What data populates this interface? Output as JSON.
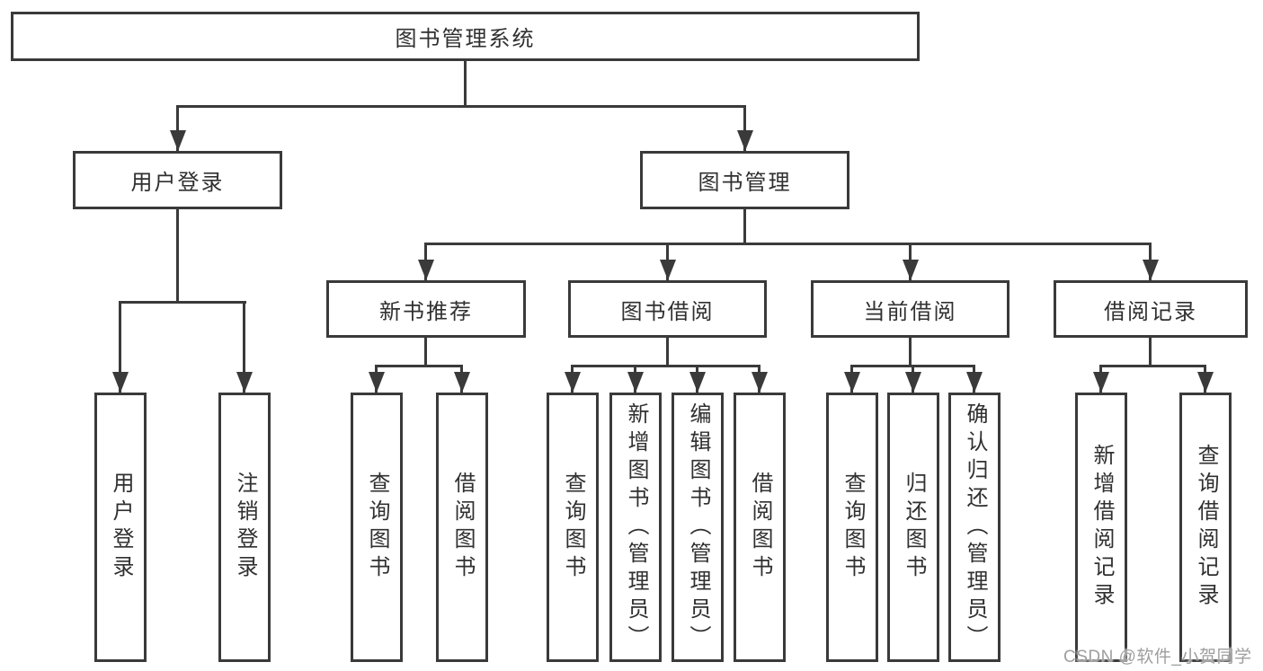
{
  "colors": {
    "line": "#3a3a3a",
    "text": "#303030",
    "bg": "#ffffff",
    "watermark": "#9e9e9e"
  },
  "root": {
    "label": "图书管理系统"
  },
  "level2": [
    {
      "label": "用户登录"
    },
    {
      "label": "图书管理"
    }
  ],
  "level3": [
    {
      "label": "新书推荐",
      "parent": "图书管理"
    },
    {
      "label": "图书借阅",
      "parent": "图书管理"
    },
    {
      "label": "当前借阅",
      "parent": "图书管理"
    },
    {
      "label": "借阅记录",
      "parent": "图书管理"
    }
  ],
  "leaves": [
    {
      "label": "用户登录",
      "parent": "用户登录"
    },
    {
      "label": "注销登录",
      "parent": "用户登录"
    },
    {
      "label": "查询图书",
      "parent": "新书推荐"
    },
    {
      "label": "借阅图书",
      "parent": "新书推荐"
    },
    {
      "label": "查询图书",
      "parent": "图书借阅"
    },
    {
      "label": "新增图书（管理员）",
      "parent": "图书借阅"
    },
    {
      "label": "编辑图书（管理员）",
      "parent": "图书借阅"
    },
    {
      "label": "借阅图书",
      "parent": "图书借阅"
    },
    {
      "label": "查询图书",
      "parent": "当前借阅"
    },
    {
      "label": "归还图书",
      "parent": "当前借阅"
    },
    {
      "label": "确认归还（管理员）",
      "parent": "当前借阅"
    },
    {
      "label": "新增借阅记录",
      "parent": "借阅记录"
    },
    {
      "label": "查询借阅记录",
      "parent": "借阅记录"
    }
  ],
  "watermark": {
    "text": "CSDN @软件_小贺同学"
  }
}
